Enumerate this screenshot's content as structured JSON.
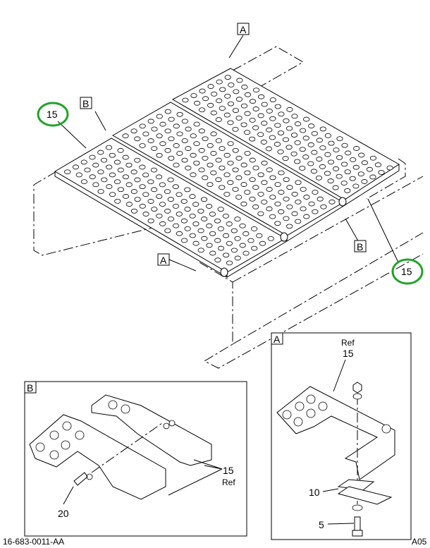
{
  "main_view": {
    "view_a_top": "A",
    "view_b_top": "B",
    "callout_left": "15",
    "view_b_right": "B",
    "view_a_bottom": "A",
    "callout_right": "15",
    "callout_color": "#1fa32a"
  },
  "detail_b": {
    "title": "B",
    "part_15": "15",
    "part_15_ref": "Ref",
    "part_20": "20"
  },
  "detail_a": {
    "title": "A",
    "ref": "Ref",
    "part_15": "15",
    "part_10": "10",
    "part_5": "5"
  },
  "footer": {
    "drawing_number": "16-683-0011-AA",
    "sheet_code": "A05"
  }
}
